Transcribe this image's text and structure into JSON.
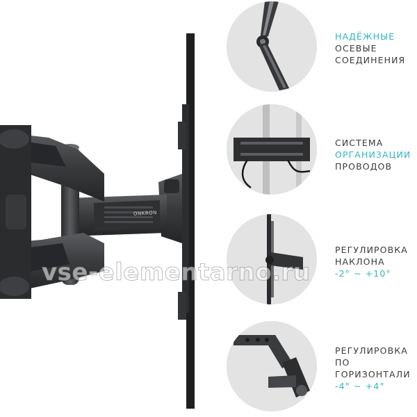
{
  "product": {
    "brand_logo": "ONKRON"
  },
  "features": [
    {
      "lines": [
        {
          "text": "надёжные",
          "accent": true
        },
        {
          "text": "осевые",
          "accent": false
        },
        {
          "text": "соединения",
          "accent": false
        }
      ]
    },
    {
      "lines": [
        {
          "text": "система",
          "accent": false
        },
        {
          "text": "организации",
          "accent": true
        },
        {
          "text": "проводов",
          "accent": false
        }
      ]
    },
    {
      "lines": [
        {
          "text": "регулировка",
          "accent": false
        },
        {
          "text": "наклона",
          "accent": false
        },
        {
          "text": "-2° ~ +10°",
          "accent": true
        }
      ]
    },
    {
      "lines": [
        {
          "text": "регулировка",
          "accent": false
        },
        {
          "text": "по",
          "accent": false
        },
        {
          "text": "горизонтали",
          "accent": false
        },
        {
          "text": "-4° ~ +4°",
          "accent": true
        }
      ]
    }
  ],
  "watermark": "vse-elementarno.ru",
  "colors": {
    "accent": "#2fb5bf",
    "text": "#3a3a3a",
    "metal": "#3c3d3f",
    "circle_bg": "#e3e3e3"
  }
}
